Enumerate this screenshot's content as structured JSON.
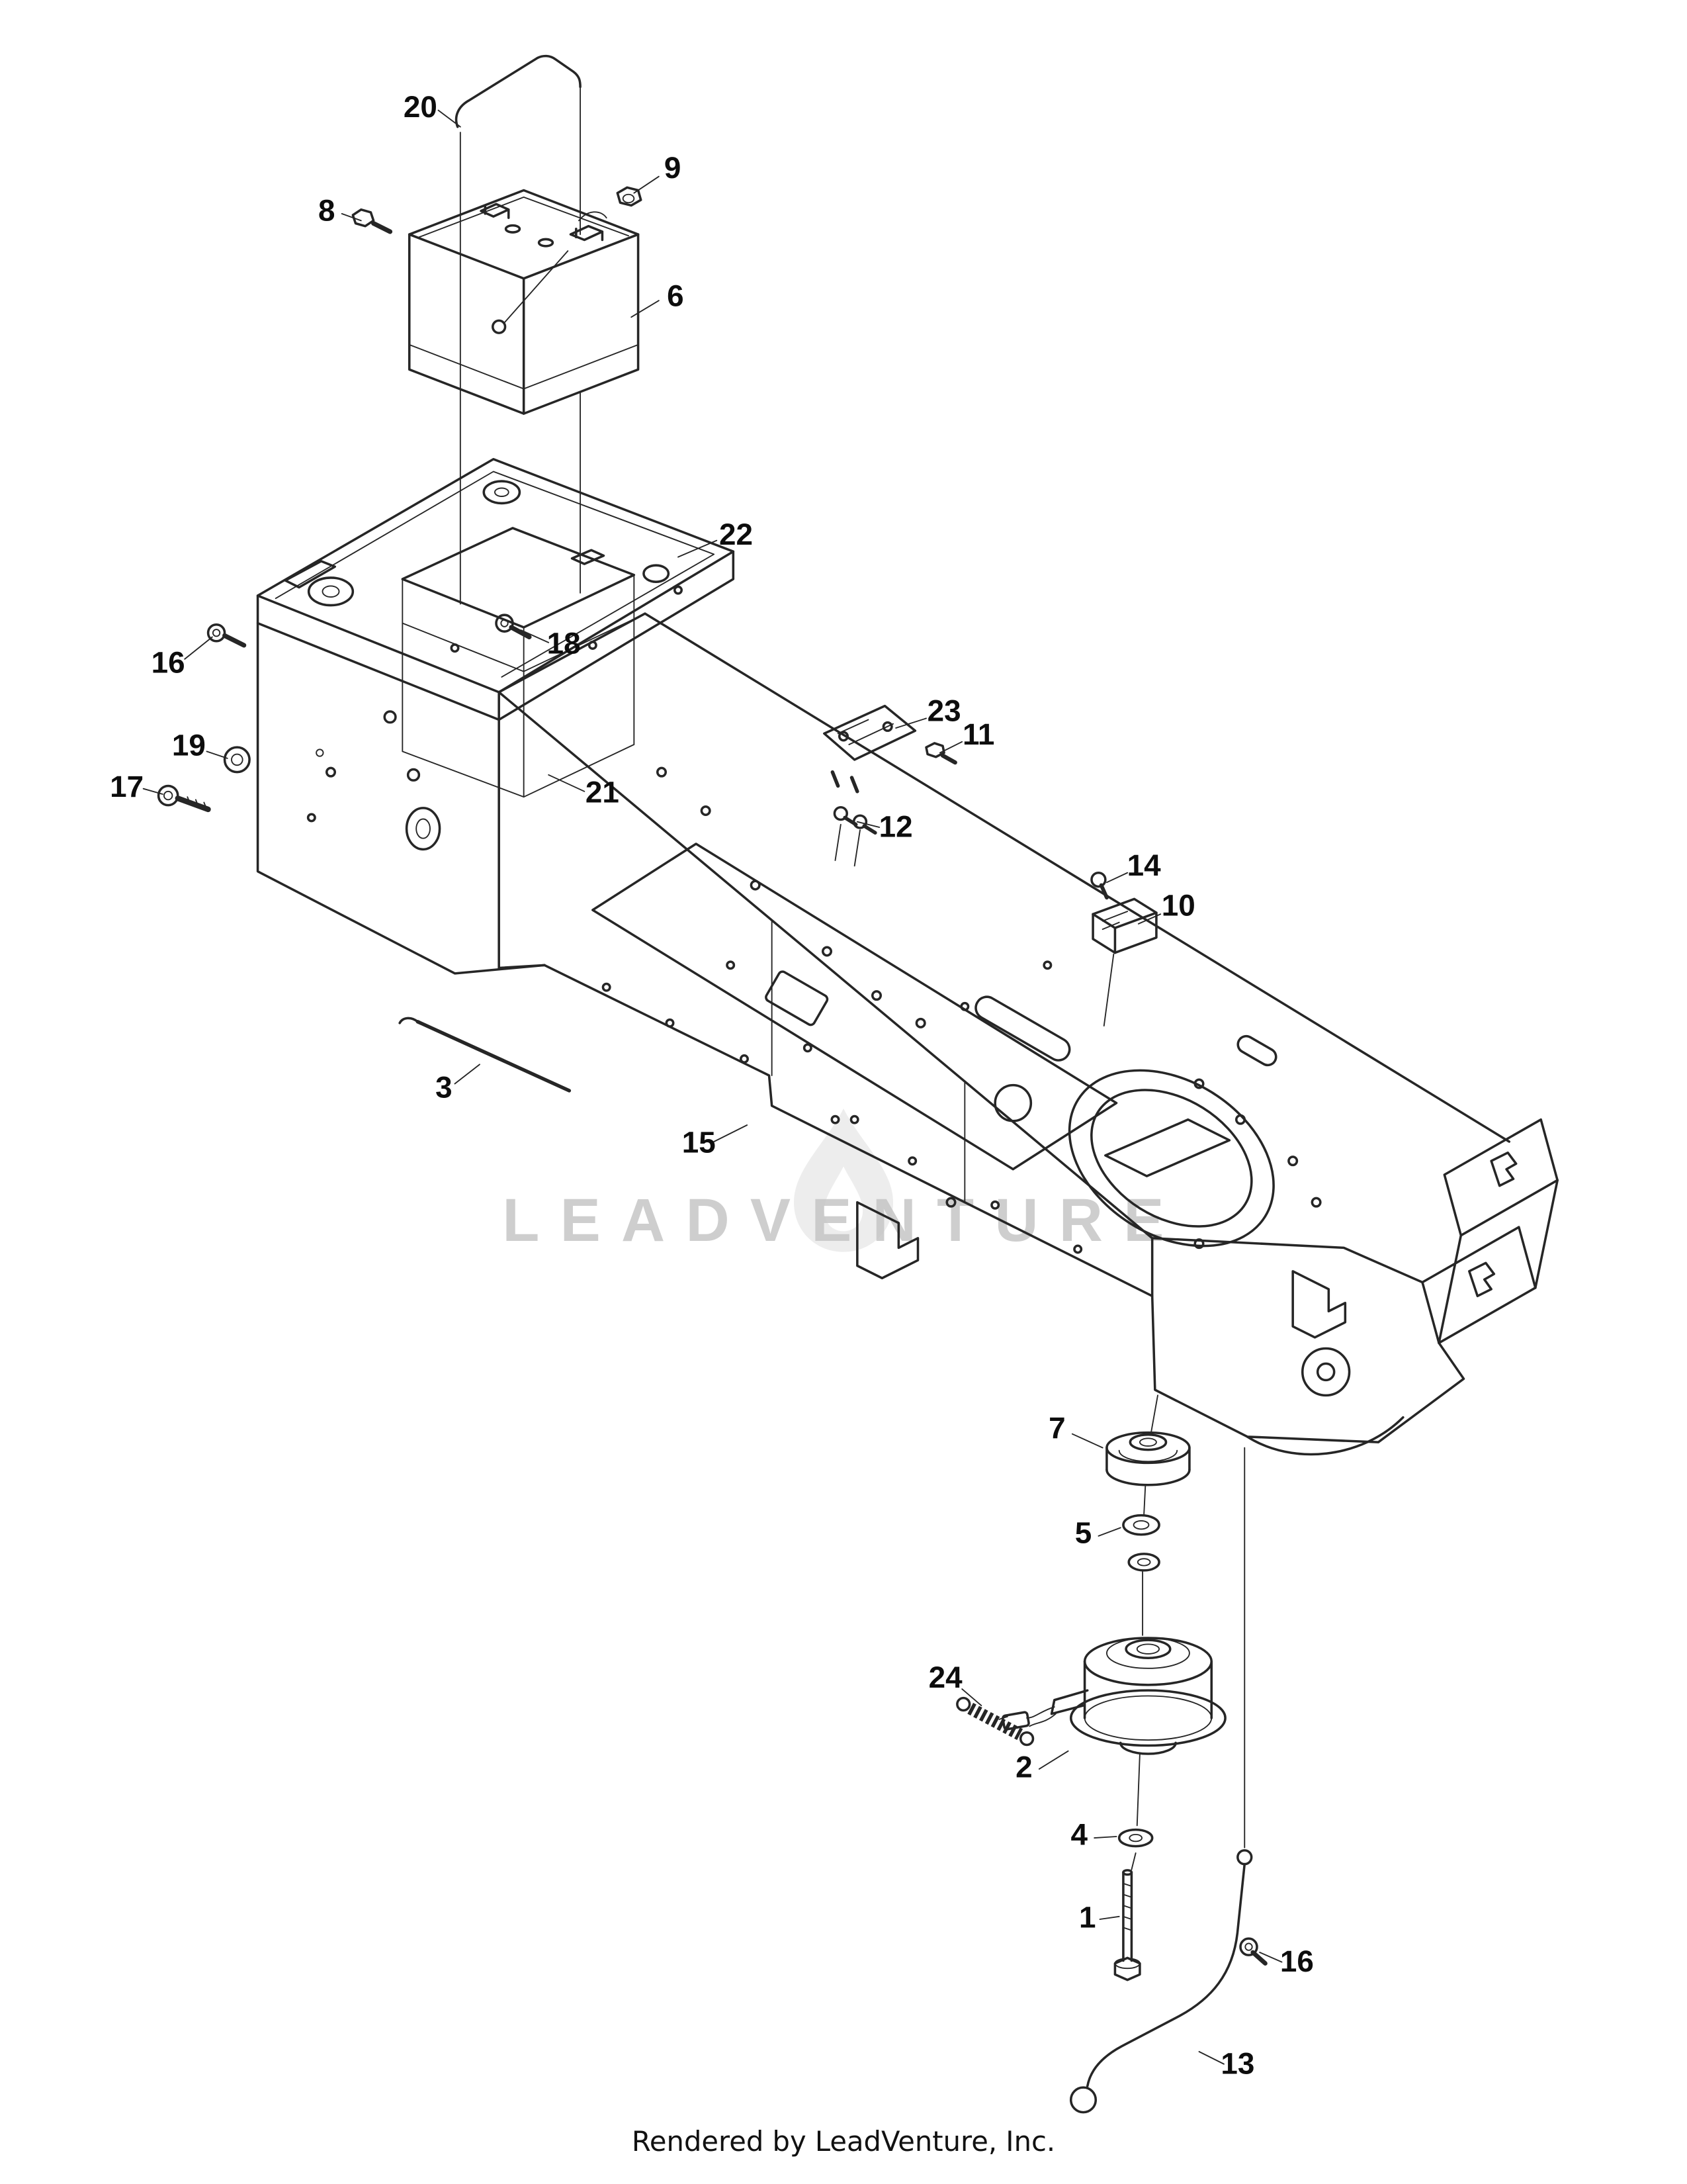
{
  "page": {
    "watermark": "LEADVENTURE",
    "footer": "Rendered by LeadVenture, Inc.",
    "background": "#ffffff",
    "line_color": "#262626",
    "watermark_color": "#c6c6c6"
  },
  "callouts": [
    {
      "label": "20"
    },
    {
      "label": "8"
    },
    {
      "label": "9"
    },
    {
      "label": "6"
    },
    {
      "label": "22"
    },
    {
      "label": "16"
    },
    {
      "label": "18"
    },
    {
      "label": "19"
    },
    {
      "label": "17"
    },
    {
      "label": "21"
    },
    {
      "label": "23"
    },
    {
      "label": "11"
    },
    {
      "label": "12"
    },
    {
      "label": "14"
    },
    {
      "label": "10"
    },
    {
      "label": "3"
    },
    {
      "label": "15"
    },
    {
      "label": "7"
    },
    {
      "label": "5"
    },
    {
      "label": "24"
    },
    {
      "label": "2"
    },
    {
      "label": "4"
    },
    {
      "label": "1"
    },
    {
      "label": "16"
    },
    {
      "label": "13"
    }
  ]
}
